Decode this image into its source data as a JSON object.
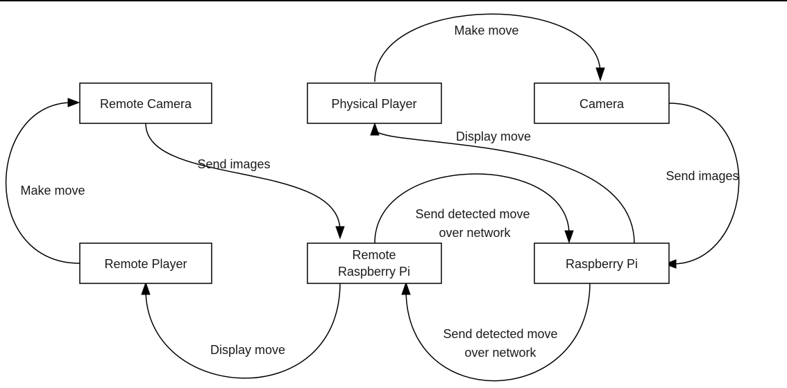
{
  "nodes": {
    "remote_camera": {
      "label": "Remote Camera"
    },
    "physical_player": {
      "label": "Physical Player"
    },
    "camera": {
      "label": "Camera"
    },
    "remote_player": {
      "label": "Remote Player"
    },
    "remote_raspberry_pi": {
      "label_line1": "Remote",
      "label_line2": "Raspberry Pi"
    },
    "raspberry_pi": {
      "label": "Raspberry Pi"
    }
  },
  "edges": {
    "physical_to_camera": {
      "label": "Make move"
    },
    "camera_to_pi": {
      "label": "Send images"
    },
    "pi_to_physical": {
      "label": "Display move"
    },
    "remote_camera_to_remote_pi": {
      "label": "Send images"
    },
    "remote_player_to_remote_camera": {
      "label": "Make move"
    },
    "remote_pi_to_pi": {
      "label_line1": "Send detected move",
      "label_line2": "over network"
    },
    "remote_pi_to_remote_player": {
      "label": "Display move"
    },
    "pi_to_remote_pi": {
      "label_line1": "Send detected move",
      "label_line2": "over network"
    }
  }
}
